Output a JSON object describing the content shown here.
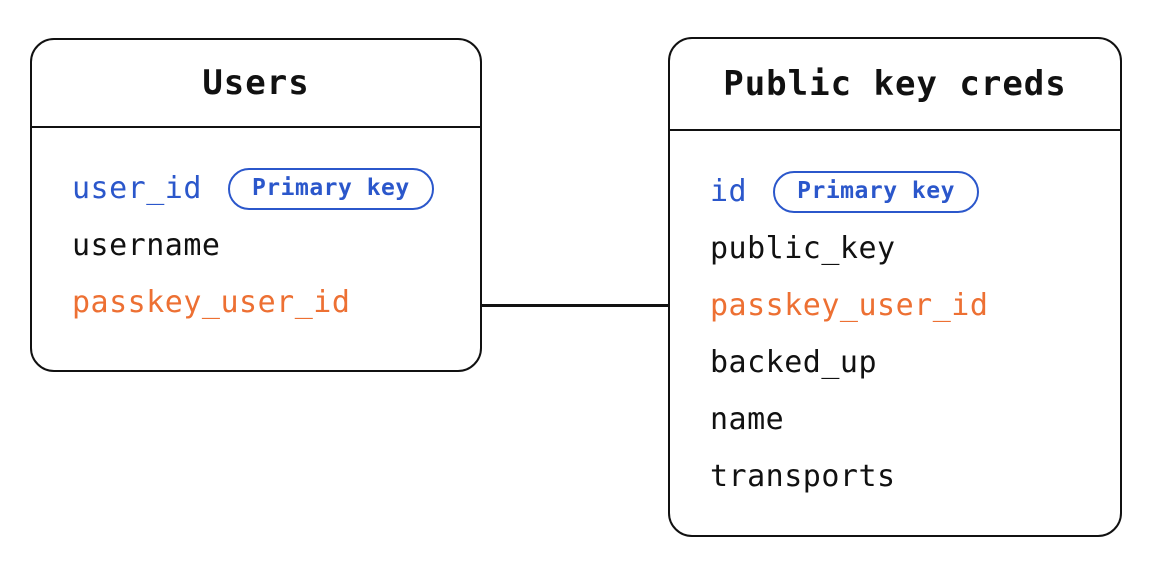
{
  "diagram": {
    "type": "entity-relationship",
    "tables": [
      {
        "name": "Users",
        "fields": [
          {
            "name": "user_id",
            "color": "blue",
            "badge": "Primary key"
          },
          {
            "name": "username",
            "color": "black"
          },
          {
            "name": "passkey_user_id",
            "color": "orange"
          }
        ]
      },
      {
        "name": "Public key creds",
        "fields": [
          {
            "name": "id",
            "color": "blue",
            "badge": "Primary key"
          },
          {
            "name": "public_key",
            "color": "black"
          },
          {
            "name": "passkey_user_id",
            "color": "orange"
          },
          {
            "name": "backed_up",
            "color": "black"
          },
          {
            "name": "name",
            "color": "black"
          },
          {
            "name": "transports",
            "color": "black"
          }
        ]
      }
    ],
    "relation": {
      "from": "Users.passkey_user_id",
      "to": "Public key creds.passkey_user_id"
    },
    "colors": {
      "primary_key_blue": "#2b57cb",
      "foreign_key_orange": "#ed7033",
      "line_black": "#111111",
      "background": "#ffffff"
    }
  }
}
